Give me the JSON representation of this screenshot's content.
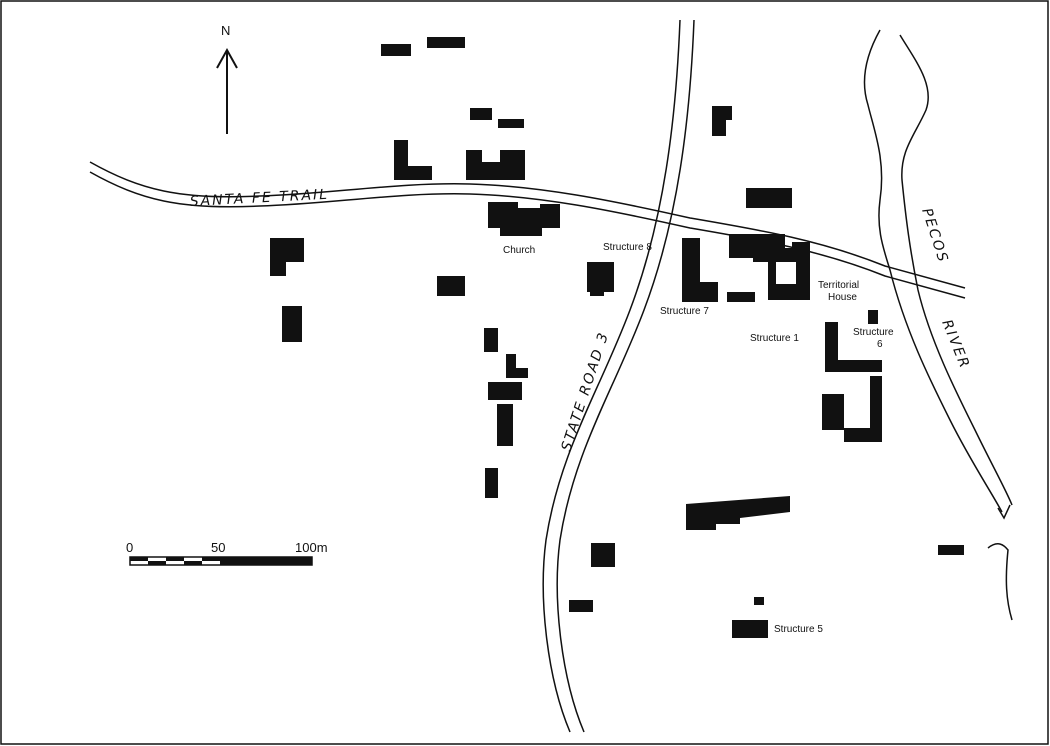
{
  "map": {
    "north_label": "N",
    "roads": {
      "santa_fe_trail": "SANTA FE TRAIL",
      "state_road_3": "STATE ROAD 3"
    },
    "river": {
      "name_1": "PECOS",
      "name_2": "RIVER"
    },
    "labels": {
      "church": "Church",
      "structure_8": "Structure 8",
      "structure_7": "Structure 7",
      "territorial_1": "Territorial",
      "territorial_2": "House",
      "structure_1": "Structure 1",
      "structure_6a": "Structure",
      "structure_6b": "6",
      "structure_5": "Structure 5"
    },
    "scale": {
      "mark_0": "0",
      "mark_50": "50",
      "mark_100": "100m"
    }
  },
  "colors": {
    "ink": "#111111",
    "paper": "#ffffff"
  }
}
